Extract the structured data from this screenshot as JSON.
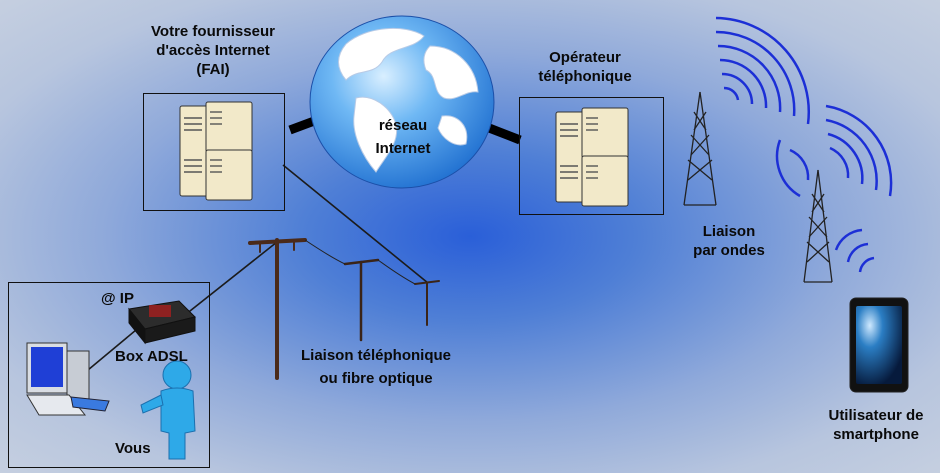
{
  "isp": {
    "title_line1": "Votre fournisseur",
    "title_line2": "d'accès Internet",
    "title_line3": "(FAI)"
  },
  "internet": {
    "line1": "réseau",
    "line2": "Internet"
  },
  "operator": {
    "line1": "Opérateur",
    "line2": "téléphonique"
  },
  "radio": {
    "line1": "Liaison",
    "line2": "par ondes"
  },
  "phone_line": {
    "line1": "Liaison téléphonique",
    "line2": "ou fibre optique"
  },
  "home": {
    "ip_label": "@ IP",
    "box_label": "Box ADSL",
    "you_label": "Vous"
  },
  "smartphone_user": {
    "line1": "Utilisateur de",
    "line2": "smartphone"
  },
  "colors": {
    "wave": "#1c2fd6",
    "server": "#f2e9c9",
    "globe_ocean": "#4aa3ee",
    "person": "#2ea9e8"
  }
}
